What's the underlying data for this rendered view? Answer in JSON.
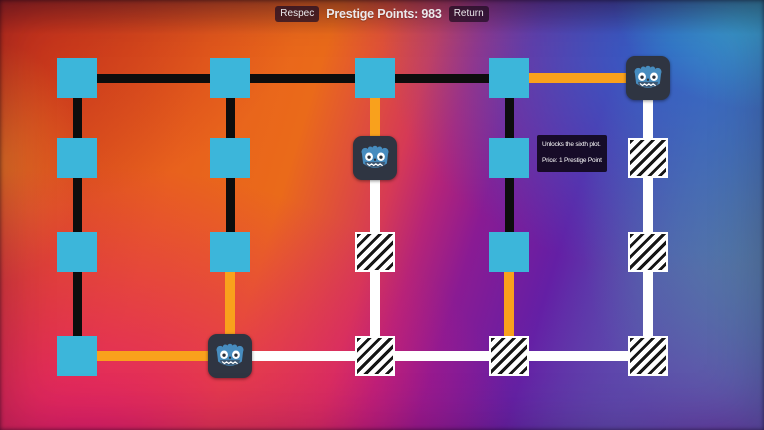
{
  "topbar": {
    "respec_label": "Respec",
    "points_label": "Prestige Points: 983",
    "return_label": "Return"
  },
  "tooltip": {
    "line1": "Unlocks the sixth plot.",
    "line2": "Price: 1 Prestige Point"
  },
  "colors": {
    "node_cyan": "#3cb6da",
    "node_hatch_bg": "#ffffff",
    "node_hatch_stripe": "#161616",
    "godot_panel": "#2f3542",
    "godot_blue": "#478cbf",
    "godot_mouth": "#3e5772",
    "edge_black": "#0d0d0d",
    "edge_orange": "#f9a11c",
    "edge_white": "#ffffff"
  },
  "grid": {
    "cols_x": [
      77,
      230,
      375,
      509,
      648
    ],
    "rows_y": [
      78,
      158,
      252,
      356
    ],
    "node_size": 40,
    "godot_node_size": 44,
    "nodes": [
      {
        "col": 0,
        "row": 0,
        "type": "cyan"
      },
      {
        "col": 1,
        "row": 0,
        "type": "cyan"
      },
      {
        "col": 2,
        "row": 0,
        "type": "cyan"
      },
      {
        "col": 3,
        "row": 0,
        "type": "cyan"
      },
      {
        "col": 4,
        "row": 0,
        "type": "godot"
      },
      {
        "col": 0,
        "row": 1,
        "type": "cyan"
      },
      {
        "col": 1,
        "row": 1,
        "type": "cyan"
      },
      {
        "col": 2,
        "row": 1,
        "type": "godot"
      },
      {
        "col": 3,
        "row": 1,
        "type": "cyan"
      },
      {
        "col": 4,
        "row": 1,
        "type": "hatched"
      },
      {
        "col": 0,
        "row": 2,
        "type": "cyan"
      },
      {
        "col": 1,
        "row": 2,
        "type": "cyan"
      },
      {
        "col": 2,
        "row": 2,
        "type": "hatched"
      },
      {
        "col": 3,
        "row": 2,
        "type": "cyan"
      },
      {
        "col": 4,
        "row": 2,
        "type": "hatched"
      },
      {
        "col": 0,
        "row": 3,
        "type": "cyan"
      },
      {
        "col": 1,
        "row": 3,
        "type": "godot"
      },
      {
        "col": 2,
        "row": 3,
        "type": "hatched"
      },
      {
        "col": 3,
        "row": 3,
        "type": "hatched"
      },
      {
        "col": 4,
        "row": 3,
        "type": "hatched"
      }
    ],
    "edges": [
      {
        "from": [
          0,
          0
        ],
        "to": [
          1,
          0
        ],
        "color": "black"
      },
      {
        "from": [
          1,
          0
        ],
        "to": [
          2,
          0
        ],
        "color": "black"
      },
      {
        "from": [
          2,
          0
        ],
        "to": [
          3,
          0
        ],
        "color": "black"
      },
      {
        "from": [
          3,
          0
        ],
        "to": [
          4,
          0
        ],
        "color": "orange"
      },
      {
        "from": [
          0,
          3
        ],
        "to": [
          1,
          3
        ],
        "color": "orange"
      },
      {
        "from": [
          1,
          3
        ],
        "to": [
          2,
          3
        ],
        "color": "white"
      },
      {
        "from": [
          2,
          3
        ],
        "to": [
          3,
          3
        ],
        "color": "white"
      },
      {
        "from": [
          3,
          3
        ],
        "to": [
          4,
          3
        ],
        "color": "white"
      },
      {
        "from": [
          0,
          0
        ],
        "to": [
          0,
          1
        ],
        "color": "black"
      },
      {
        "from": [
          0,
          1
        ],
        "to": [
          0,
          2
        ],
        "color": "black"
      },
      {
        "from": [
          0,
          2
        ],
        "to": [
          0,
          3
        ],
        "color": "black"
      },
      {
        "from": [
          1,
          0
        ],
        "to": [
          1,
          1
        ],
        "color": "black"
      },
      {
        "from": [
          1,
          1
        ],
        "to": [
          1,
          2
        ],
        "color": "black"
      },
      {
        "from": [
          1,
          2
        ],
        "to": [
          1,
          3
        ],
        "color": "orange"
      },
      {
        "from": [
          2,
          0
        ],
        "to": [
          2,
          1
        ],
        "color": "orange"
      },
      {
        "from": [
          2,
          1
        ],
        "to": [
          2,
          2
        ],
        "color": "white"
      },
      {
        "from": [
          2,
          2
        ],
        "to": [
          2,
          3
        ],
        "color": "white"
      },
      {
        "from": [
          3,
          0
        ],
        "to": [
          3,
          1
        ],
        "color": "black"
      },
      {
        "from": [
          3,
          1
        ],
        "to": [
          3,
          2
        ],
        "color": "black"
      },
      {
        "from": [
          3,
          2
        ],
        "to": [
          3,
          3
        ],
        "color": "orange"
      },
      {
        "from": [
          4,
          0
        ],
        "to": [
          4,
          1
        ],
        "color": "white"
      },
      {
        "from": [
          4,
          1
        ],
        "to": [
          4,
          2
        ],
        "color": "white"
      },
      {
        "from": [
          4,
          2
        ],
        "to": [
          4,
          3
        ],
        "color": "white"
      }
    ]
  }
}
